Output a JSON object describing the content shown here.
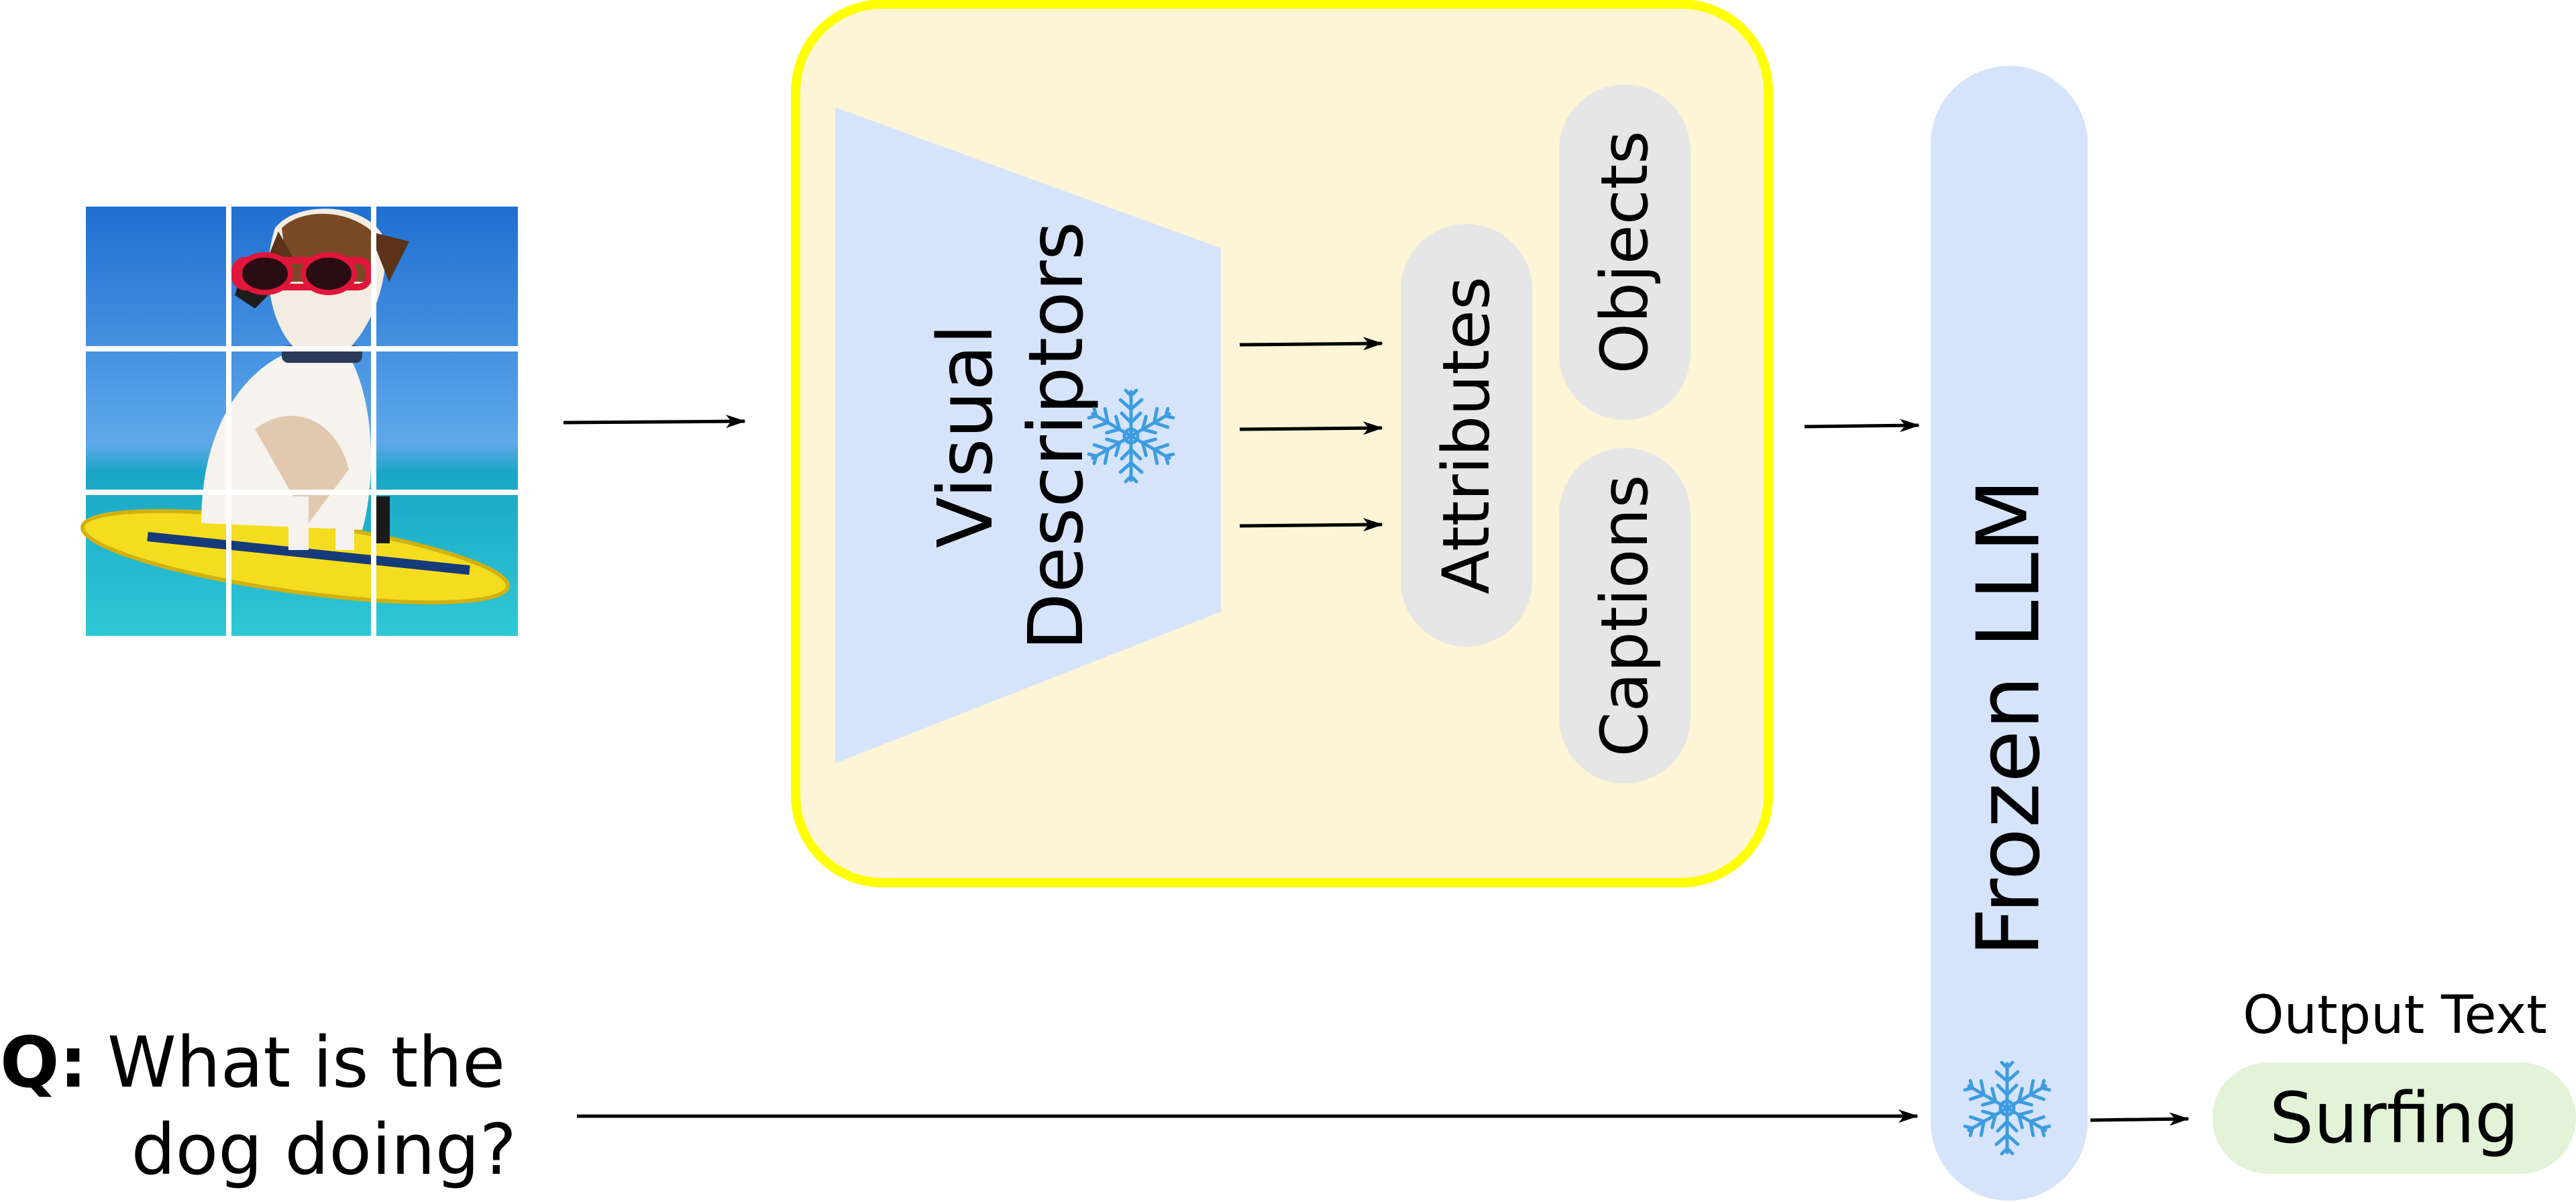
{
  "input_image": {
    "icon": "dog-on-surfboard-photo",
    "grid_rows": 3,
    "grid_cols": 3
  },
  "module": {
    "encoder_label_line1": "Visual",
    "encoder_label_line2": "Descriptors",
    "frozen_icon": "snowflake-icon",
    "descriptors": {
      "attributes": "Attributes",
      "objects": "Objects",
      "captions": "Captions"
    }
  },
  "llm": {
    "label": "Frozen LLM",
    "frozen_icon": "snowflake-icon"
  },
  "question": {
    "prefix": "Q:",
    "line1": "What is the",
    "line2": "dog doing?"
  },
  "output": {
    "heading": "Output Text",
    "answer": "Surfing"
  },
  "colors": {
    "module_fill": "#fdf5d5",
    "module_border": "#ffff00",
    "blue_fill": "#d6e4fb",
    "pill_fill": "#e6e6e6",
    "answer_fill": "#e2f3d8",
    "snowflake": "#3d9ce0"
  }
}
